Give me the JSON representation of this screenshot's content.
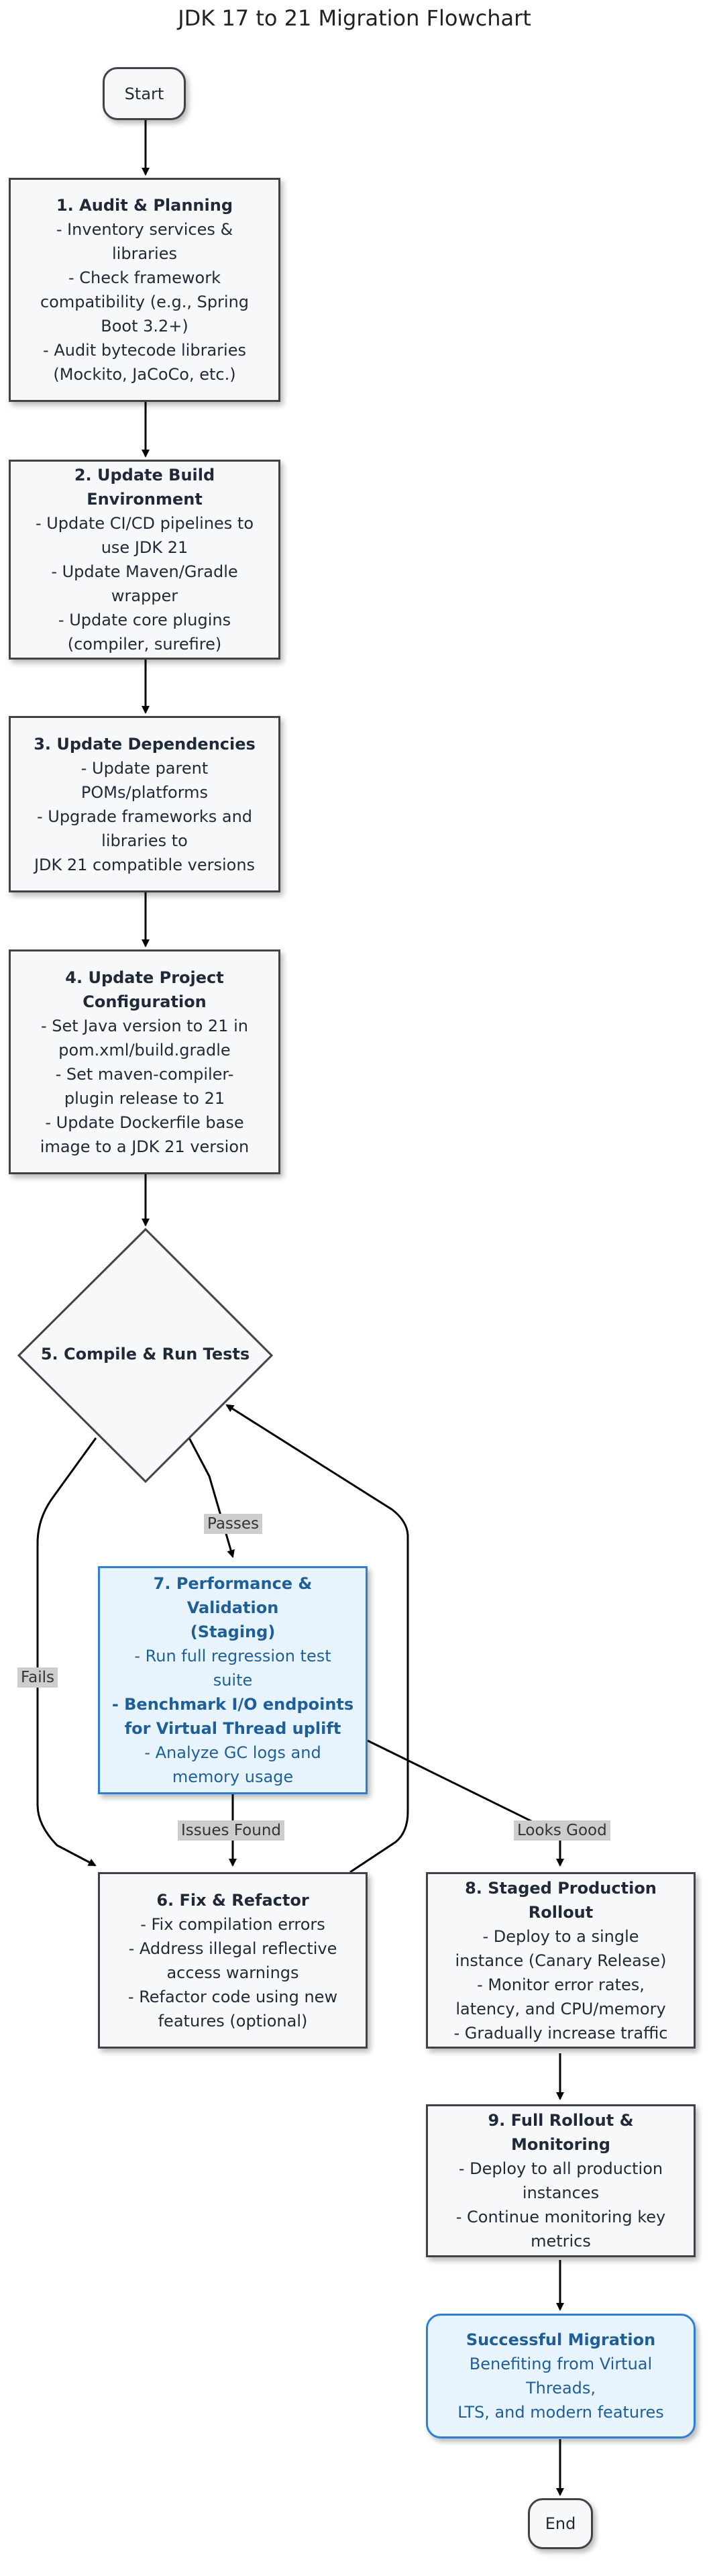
{
  "title": "JDK 17 to 21 Migration Flowchart",
  "start": "Start",
  "end": "End",
  "step1": {
    "title": "1. Audit & Planning",
    "l1": "- Inventory services &",
    "l2": "libraries",
    "l3": "- Check framework",
    "l4": "compatibility (e.g., Spring",
    "l5": "Boot 3.2+)",
    "l6": "- Audit bytecode libraries",
    "l7": "(Mockito, JaCoCo, etc.)"
  },
  "step2": {
    "title": "2. Update Build Environment",
    "l1": "- Update CI/CD pipelines to",
    "l2": "use JDK 21",
    "l3": "- Update Maven/Gradle",
    "l4": "wrapper",
    "l5": "- Update core plugins",
    "l6": "(compiler, surefire)"
  },
  "step3": {
    "title": "3. Update Dependencies",
    "l1": "- Update parent",
    "l2": "POMs/platforms",
    "l3": "- Upgrade frameworks and",
    "l4": "libraries to",
    "l5": "JDK 21 compatible versions"
  },
  "step4": {
    "title1": "4. Update Project",
    "title2": "Configuration",
    "l1": "- Set Java version to 21 in",
    "l2": "pom.xml/build.gradle",
    "l3": "- Set maven-compiler-",
    "l4": "plugin release to 21",
    "l5": "- Update Dockerfile base",
    "l6": "image to a JDK 21 version"
  },
  "step5": {
    "title": "5. Compile & Run Tests"
  },
  "step6": {
    "title": "6. Fix & Refactor",
    "l1": "- Fix compilation errors",
    "l2": "- Address illegal reflective",
    "l3": "access warnings",
    "l4": "- Refactor code using new",
    "l5": "features (optional)"
  },
  "step7": {
    "title1": "7. Performance & Validation",
    "title2": "(Staging)",
    "l1": "- Run full regression test",
    "l2": "suite",
    "l3": "- Benchmark I/O endpoints",
    "l4": "for Virtual Thread uplift",
    "l5": "- Analyze GC logs and",
    "l6": "memory usage"
  },
  "step8": {
    "title": "8. Staged Production Rollout",
    "l1": "- Deploy to a single",
    "l2": "instance (Canary Release)",
    "l3": "- Monitor error rates,",
    "l4": "latency, and CPU/memory",
    "l5": "- Gradually increase traffic"
  },
  "step9": {
    "title": "9. Full Rollout & Monitoring",
    "l1": "- Deploy to all production",
    "l2": "instances",
    "l3": "- Continue monitoring key",
    "l4": "metrics"
  },
  "success": {
    "title": "Successful Migration",
    "l1": "Benefiting from Virtual",
    "l2": "Threads,",
    "l3": "LTS, and modern features"
  },
  "edges": {
    "passes": "Passes",
    "fails": "Fails",
    "issues_found": "Issues Found",
    "looks_good": "Looks Good"
  },
  "colors": {
    "node_fill": "#f7f8fa",
    "node_stroke": "#3f4246",
    "highlight_fill": "#e8f4fd",
    "highlight_stroke": "#2f7fd0",
    "highlight_text": "#1f5f99",
    "edge_label_bg": "#cdcdcd"
  }
}
